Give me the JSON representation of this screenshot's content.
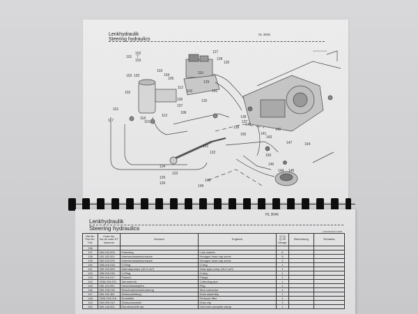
{
  "upper_page": {
    "title_de": "Lenkhydraulik",
    "title_en": "Steering hydraulics",
    "model": "HL 3046",
    "doc_code": "xxxxxxxxxxxx",
    "callouts": [
      "101",
      "102",
      "7",
      "103",
      "103",
      "120",
      "104",
      "105",
      "112",
      "116",
      "127",
      "128",
      "130",
      "129",
      "131",
      "102",
      "115",
      "117",
      "118",
      "119",
      "113",
      "106",
      "107",
      "108",
      "109",
      "121",
      "122",
      "123",
      "124",
      "125",
      "126",
      "148",
      "149",
      "138",
      "137",
      "140",
      "139",
      "155",
      "147",
      "143",
      "142",
      "154",
      "150",
      "145",
      "144",
      "146"
    ]
  },
  "lower_page": {
    "title_de": "Lenkhydraulik",
    "title_en": "Steering hydraulics",
    "model": "HL 3046",
    "doc_code": "A3000000000 F0808",
    "table": {
      "headers": {
        "ref": "Ref.Nr. Pos.No. T.Nr.",
        "code": "Code No. No.de code ET Nummer",
        "deutsch": "Deutsch",
        "englisch": "Englisch",
        "qty": "Q.Ty Q.TE Menge",
        "bemerkung": "Bemerkung",
        "remarks": "Remarks"
      },
      "rows": [
        {
          "ref": "136",
          "code": "",
          "de": "",
          "en": "",
          "qty": ""
        },
        {
          "ref": "137",
          "code": "060.040.003",
          "de": "Federring",
          "en": "Lock washer",
          "qty": "6"
        },
        {
          "ref": "138",
          "code": "420.182.001",
          "de": "Innensechskantschraube",
          "en": "Hexagon head cap screw",
          "qty": "5"
        },
        {
          "ref": "139",
          "code": "060.029.025",
          "de": "Innensechskantschraube",
          "en": "Hexagon head cap screw",
          "qty": "2"
        },
        {
          "ref": "140",
          "code": "308.016.018",
          "de": "O-Ring",
          "en": "O-ring",
          "qty": "1"
        },
        {
          "ref": "141",
          "code": "330.100.063",
          "de": "Zahnradpumpe   (16,3 cm³)",
          "en": "Gear-type pump   (16,3 cm³)",
          "qty": "1"
        },
        {
          "ref": "142",
          "code": "308.016.018",
          "de": "O-Ring",
          "en": "O-ring",
          "qty": "1"
        },
        {
          "ref": "143",
          "code": "330.016.017",
          "de": "Flansch",
          "en": "Flange",
          "qty": "1"
        },
        {
          "ref": "144",
          "code": "2036.015.001",
          "de": "Sammelrohr",
          "en": "Collecting pipe",
          "qty": "1"
        },
        {
          "ref": "145",
          "code": "060.116.001",
          "de": "Verschlussstopfen",
          "en": "Plug",
          "qty": "1"
        },
        {
          "ref": "146",
          "code": "060.106.018",
          "de": "Einschraubverschraubung",
          "en": "Stud connector",
          "qty": "1"
        },
        {
          "ref": "147",
          "code": "060.152.461",
          "de": "Schlauchleitung",
          "en": "Hose assembly",
          "qty": "1"
        },
        {
          "ref": "148",
          "code": "2026.015.016",
          "de": "Druckfilter",
          "en": "Pressure filter",
          "qty": "1"
        },
        {
          "ref": "149",
          "code": "060.059.010",
          "de": "Schlauchschelle",
          "en": "Hose clip",
          "qty": "2"
        },
        {
          "ref": "150",
          "code": "060.148.001",
          "de": "Einrohrschelle kpl.",
          "en": "One tube complete clamp",
          "qty": "1"
        }
      ]
    }
  },
  "binding": {
    "ring_count": 20
  }
}
